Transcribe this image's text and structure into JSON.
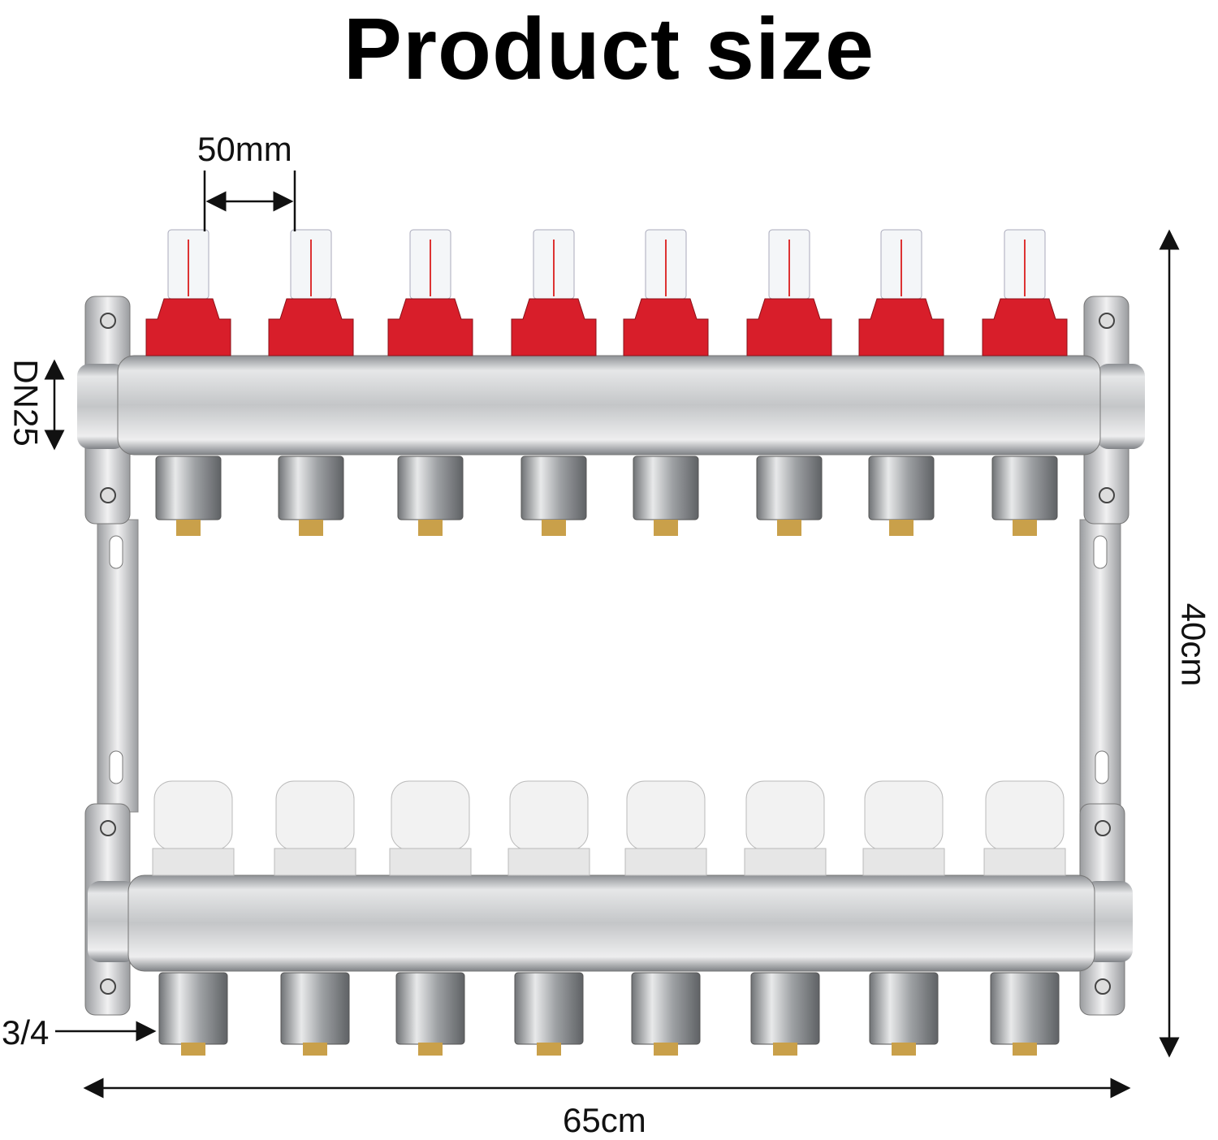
{
  "title": "Product size",
  "dimensions": {
    "outlet_spacing": "50mm",
    "pipe_diameter": "DN25",
    "height": "40cm",
    "width": "65cm",
    "outlet_thread": "3/4"
  },
  "product": {
    "outlet_count": 8,
    "colors": {
      "flowmeter_red": "#d81e2a",
      "steel": "#c9cbcd",
      "cap_white": "#f2f2f2",
      "brass": "#c9a04a"
    }
  }
}
